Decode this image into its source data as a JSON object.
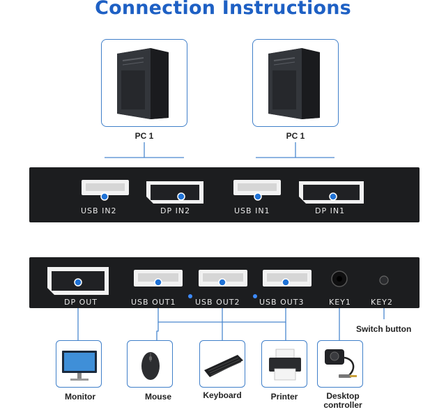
{
  "title": "Connection Instructions",
  "pcs": [
    {
      "label": "PC 1"
    },
    {
      "label": "PC 1"
    }
  ],
  "front_panel": {
    "ports": [
      "USB IN2",
      "DP IN2",
      "USB IN1",
      "DP IN1"
    ]
  },
  "back_panel": {
    "ports": [
      "DP OUT",
      "USB OUT1",
      "USB OUT2",
      "USB OUT3",
      "KEY1",
      "KEY2"
    ]
  },
  "switch_button_label": "Switch button",
  "devices": [
    {
      "label": "Monitor",
      "icon": "monitor-icon"
    },
    {
      "label": "Mouse",
      "icon": "mouse-icon"
    },
    {
      "label": "Keyboard",
      "icon": "keyboard-icon"
    },
    {
      "label": "Printer",
      "icon": "printer-icon"
    },
    {
      "label": "Desktop\ncontroller",
      "icon": "desktop-controller-icon"
    }
  ],
  "colors": {
    "title": "#1e60c4",
    "connector": "#4a88cf",
    "panel": "#1c1d1f",
    "port_dot": "#1f72d6"
  }
}
